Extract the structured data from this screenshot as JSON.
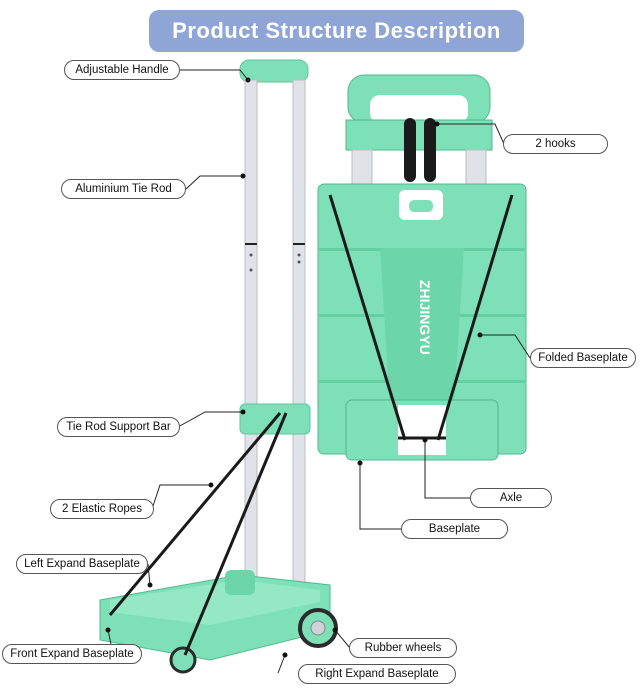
{
  "title": "Product Structure Description",
  "brand": "ZHIJINGYU",
  "colors": {
    "accent": "#8ea5d6",
    "mint": "#7ee0b8",
    "metal": "#d9dde2",
    "rope": "#1a1a1a"
  },
  "labels": {
    "adjustable_handle": "Adjustable Handle",
    "aluminium_tie_rod": "Aluminium Tie Rod",
    "tie_rod_support_bar": "Tie Rod Support Bar",
    "elastic_ropes": "2 Elastic Ropes",
    "left_expand_baseplate": "Left Expand Baseplate",
    "front_expand_baseplate": "Front Expand Baseplate",
    "right_expand_baseplate": "Right Expand Baseplate",
    "rubber_wheels": "Rubber wheels",
    "hooks": "2 hooks",
    "folded_baseplate": "Folded Baseplate",
    "axle": "Axle",
    "baseplate": "Baseplate"
  }
}
